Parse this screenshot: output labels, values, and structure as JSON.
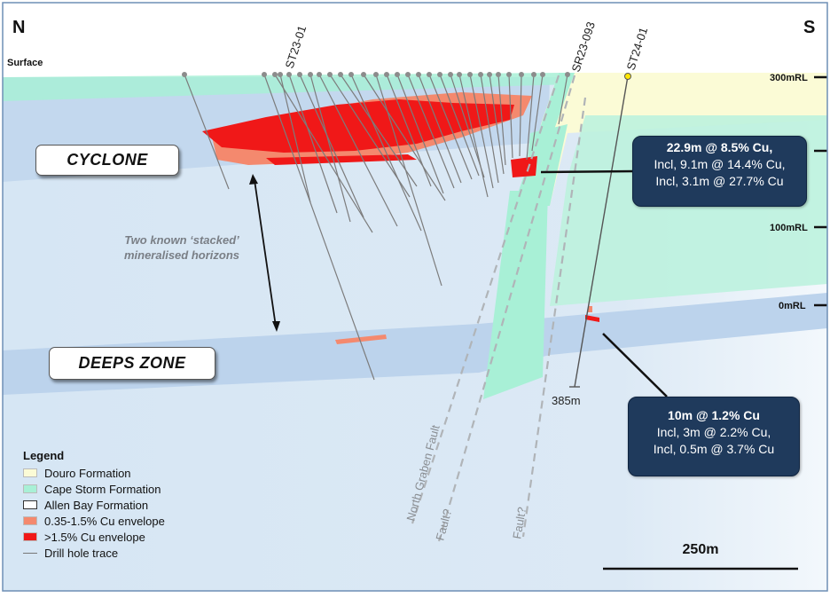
{
  "compass": {
    "north": "N",
    "south": "S"
  },
  "surface_label": "Surface",
  "rl_labels": [
    "300mRL",
    "100mRL",
    "0mRL"
  ],
  "holes": {
    "st23": "ST23-01",
    "sr23": "SR23-093",
    "st24": "ST24-01",
    "depth": "385m"
  },
  "faults": [
    "North Graben Fault",
    "Fault?",
    "Fault?"
  ],
  "zones": {
    "cyclone": "CYCLONE",
    "deeps": "DEEPS ZONE"
  },
  "note": {
    "line1": "Two known ‘stacked’",
    "line2": "mineralised horizons"
  },
  "callout_upper": {
    "head": "22.9m @ 8.5% Cu,",
    "line1": "Incl, 9.1m @ 14.4% Cu,",
    "line2": "Incl, 3.1m @ 27.7% Cu"
  },
  "callout_lower": {
    "head": "10m @ 1.2% Cu",
    "line1": "Incl, 3m @ 2.2% Cu,",
    "line2": "Incl, 0.5m @ 3.7% Cu"
  },
  "legend": {
    "title": "Legend",
    "items": [
      {
        "label": "Douro Formation",
        "color": "#fbfbd6",
        "kind": "box"
      },
      {
        "label": "Cape Storm Formation",
        "color": "#a8f0d6",
        "kind": "box"
      },
      {
        "label": "Allen Bay Formation",
        "color": "#ffffff",
        "kind": "outline"
      },
      {
        "label": "0.35-1.5% Cu envelope",
        "color": "#f4896e",
        "kind": "box"
      },
      {
        "label": ">1.5% Cu envelope",
        "color": "#f01818",
        "kind": "box"
      },
      {
        "label": "Drill hole trace",
        "color": "#777777",
        "kind": "line"
      }
    ]
  },
  "scale_label": "250m",
  "colors": {
    "background": "#dce9f5",
    "band": "#b9d1ea",
    "douro": "#fbfbd6",
    "cape_storm": "#a8f0d6",
    "low_grade": "#f4896e",
    "high_grade": "#f01818",
    "callout": "#1f3a5c"
  }
}
